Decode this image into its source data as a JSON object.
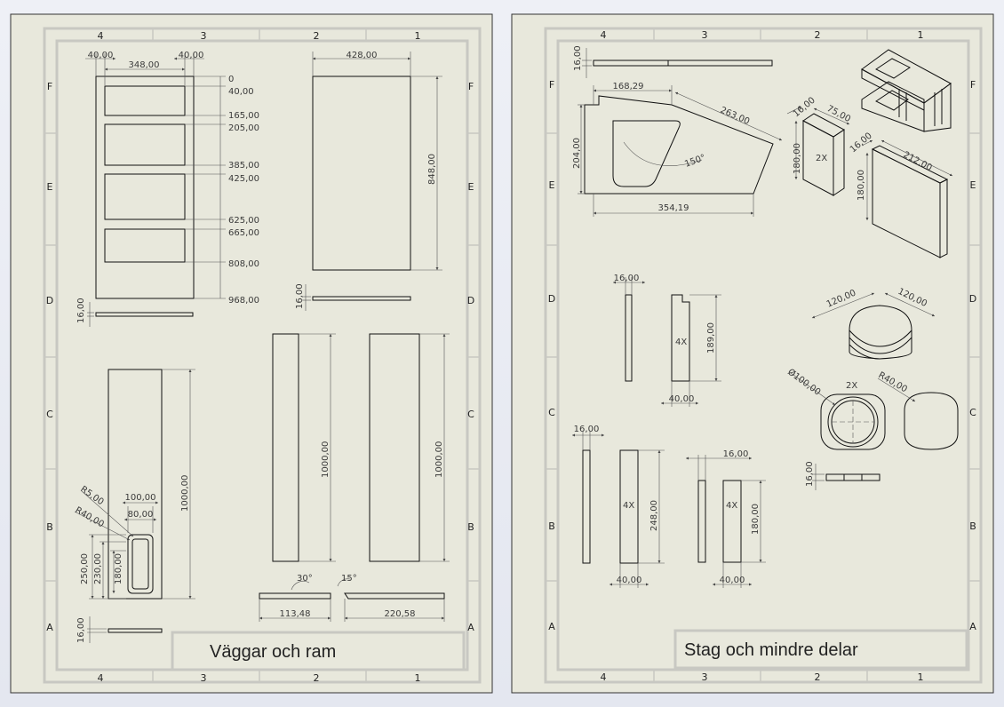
{
  "sheets": [
    {
      "title": "Väggar och ram",
      "col_labels": [
        "4",
        "3",
        "2",
        "1"
      ],
      "row_labels": [
        "F",
        "E",
        "D",
        "C",
        "B",
        "A"
      ],
      "dims": {
        "d40a": "40,00",
        "d348": "348,00",
        "d40b": "40,00",
        "d0": "0",
        "d40c": "40,00",
        "d165": "165,00",
        "d205": "205,00",
        "d385": "385,00",
        "d425": "425,00",
        "d625": "625,00",
        "d665": "665,00",
        "d808": "808,00",
        "d968": "968,00",
        "d428": "428,00",
        "d848": "848,00",
        "d16a": "16,00",
        "d16b": "16,00",
        "d16c": "16,00",
        "d1000a": "1000,00",
        "d1000b": "1000,00",
        "d1000c": "1000,00",
        "r5": "R5,00",
        "r40": "R40,00",
        "d100": "100,00",
        "d80": "80,00",
        "d250": "250,00",
        "d230": "230,00",
        "d180": "180,00",
        "a30": "30°",
        "a15": "15°",
        "d113": "113,48",
        "d220": "220,58"
      }
    },
    {
      "title": "Stag och mindre delar",
      "col_labels": [
        "4",
        "3",
        "2",
        "1"
      ],
      "row_labels": [
        "F",
        "E",
        "D",
        "C",
        "B",
        "A"
      ],
      "dims": {
        "d16a": "16,00",
        "d168": "168,29",
        "d263": "263,00",
        "d204": "204,00",
        "a150": "150°",
        "d354": "354,19",
        "d16b": "16,00",
        "d75": "75,00",
        "d180a": "180,00",
        "q2x": "2X",
        "d16c": "16,00",
        "d212": "212,00",
        "d180b": "180,00",
        "d16d": "16,00",
        "q4xa": "4X",
        "d189": "189,00",
        "d40a": "40,00",
        "d120a": "120,00",
        "d120b": "120,00",
        "dia100": "Ø100,00",
        "q2xb": "2X",
        "r40": "R40,00",
        "d16e": "16,00",
        "d16f": "16,00",
        "q4xb": "4X",
        "d248": "248,00",
        "d40b": "40,00",
        "d16g": "16,00",
        "q4xc": "4X",
        "d180c": "180,00",
        "d40c": "40,00"
      }
    }
  ]
}
